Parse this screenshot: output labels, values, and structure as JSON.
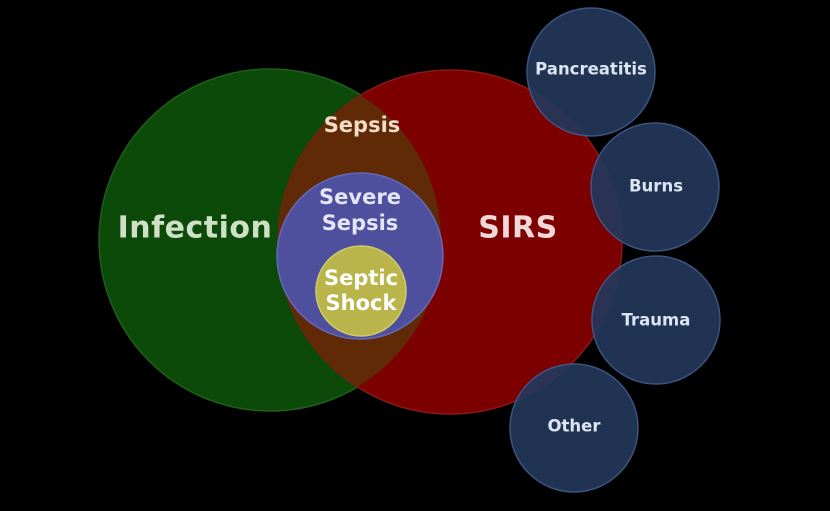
{
  "diagram": {
    "infection": {
      "label": "Infection",
      "fill": "#0b4a08",
      "stroke": "#1f5e1a"
    },
    "sirs": {
      "label": "SIRS",
      "fill": "#7d0000",
      "stroke": "#8a1818"
    },
    "sepsis": {
      "label": "Sepsis",
      "fill": "#5f2a05"
    },
    "severe_sepsis": {
      "line1": "Severe",
      "line2": "Sepsis",
      "fill": "#4e4f9d",
      "stroke": "#6566b8"
    },
    "septic_shock": {
      "line1": "Septic",
      "line2": "Shock",
      "fill": "#b9b54a",
      "stroke": "#cfcb68"
    },
    "causes": [
      {
        "label": "Pancreatitis"
      },
      {
        "label": "Burns"
      },
      {
        "label": "Trauma"
      },
      {
        "label": "Other"
      }
    ],
    "cause_fill": "#24375a",
    "cause_stroke": "#3f5a8a",
    "text_colors": {
      "infection": "#cfe0c6",
      "sirs": "#f0d8d8",
      "sepsis": "#f3ddc8",
      "severe": "#e6e6f8",
      "shock": "#ffffff",
      "cause": "#dde4f2"
    }
  }
}
